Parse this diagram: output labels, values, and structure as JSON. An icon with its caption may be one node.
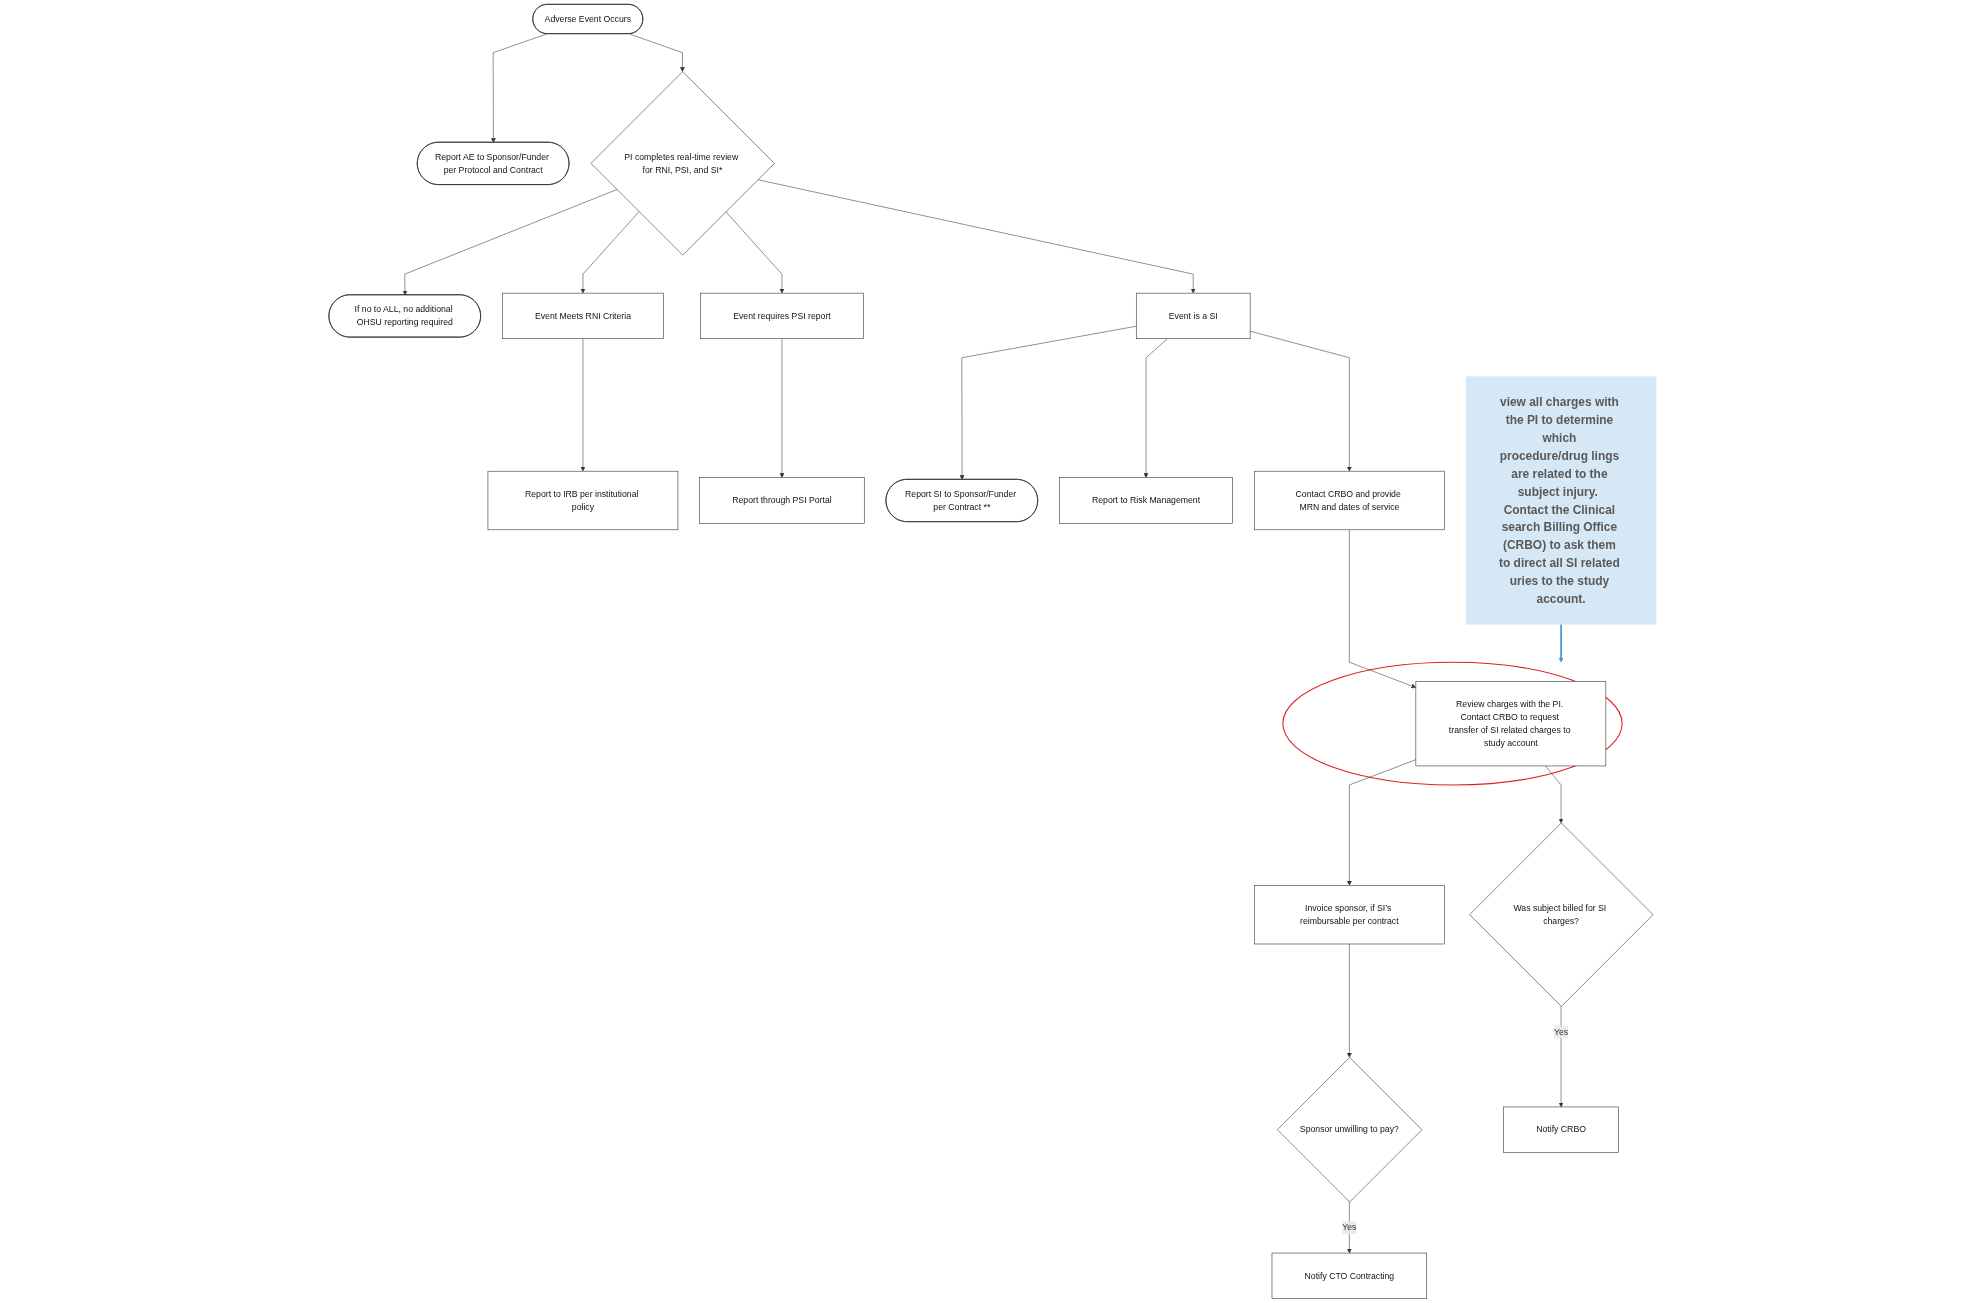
{
  "diagram": {
    "nodes": [
      {
        "text": [
          "Adverse Event Occurs"
        ]
      },
      {
        "text": [
          "Report AE to Sponsor/Funder per Protocol and Contract"
        ]
      },
      {
        "text": [
          "PI completes real-time review for RNI, PSI, and SI*"
        ]
      },
      {
        "text": [
          "If no to ALL, no additional OHSU reporting required"
        ]
      },
      {
        "text": [
          "Event Meets RNI Criteria"
        ]
      },
      {
        "text": [
          "Event requires PSI report"
        ]
      },
      {
        "text": [
          "Event is a SI"
        ]
      },
      {
        "text": [
          "Report SI to Sponsor/Funder per Contract **"
        ]
      },
      {
        "text": [
          "Report to IRB per institutional policy"
        ]
      },
      {
        "text": [
          "Report through PSI Portal"
        ]
      },
      {
        "text": [
          "Report to Risk Management"
        ]
      },
      {
        "text": [
          "Contact CRBO and provide MRN and dates of service"
        ]
      },
      {
        "text": [
          "Invoice sponsor, if SI’s reimbursable per contract"
        ]
      },
      {
        "text": [],
        "shape": "circle"
      },
      {
        "text": [
          "Review charges with the PI. Contact CRBO to request transfer of SI related charges to study account"
        ],
        "in": 13
      },
      {
        "text": [
          "Sponsor unwilling to pay?"
        ]
      },
      {
        "text": [
          "Was subject billed for SI charges?"
        ]
      },
      {
        "text": [
          "Notify CTO Contracting"
        ]
      },
      {
        "text": [
          "Notify CRBO"
        ]
      },
      {
        "text": [
          "view all charges with the PI to determine which procedure/drug lings are related to the subject injury.  Contact the Clinical search Billing Office (CRBO) to ask them to direct all SI related uries to the study account."
        ]
      }
    ],
    "edges": [
      {
        "from": 0,
        "to": 1,
        "arrow": "to"
      },
      {
        "from": 0,
        "to": 2,
        "arrow": "to"
      },
      {
        "from": 2,
        "to": 3,
        "arrow": "to"
      },
      {
        "from": 2,
        "to": 4,
        "arrow": "to"
      },
      {
        "from": 2,
        "to": 5,
        "arrow": "to"
      },
      {
        "from": 2,
        "to": 6,
        "arrow": "to"
      },
      {
        "from": 6,
        "to": 7,
        "arrow": "to"
      },
      {
        "from": 4,
        "to": 8,
        "arrow": "to"
      },
      {
        "from": 5,
        "to": 9,
        "arrow": "to"
      },
      {
        "from": 6,
        "to": 10,
        "arrow": "to"
      },
      {
        "from": 6,
        "to": 11,
        "arrow": "to"
      },
      {
        "from": 11,
        "to": 14,
        "arrow": "to"
      },
      {
        "from": 14,
        "to": 12,
        "arrow": "to"
      },
      {
        "from": 12,
        "to": 15,
        "arrow": "to"
      },
      {
        "from": 14,
        "to": 16,
        "arrow": "to"
      },
      {
        "from": 15,
        "to": 17,
        "arrow": "to",
        "label": "Yes"
      },
      {
        "from": 16,
        "to": 18,
        "arrow": "to",
        "label": "Yes"
      },
      {
        "from": 19,
        "to": 13,
        "arrow": "to",
        "color": "#3a8fd6"
      }
    ]
  }
}
